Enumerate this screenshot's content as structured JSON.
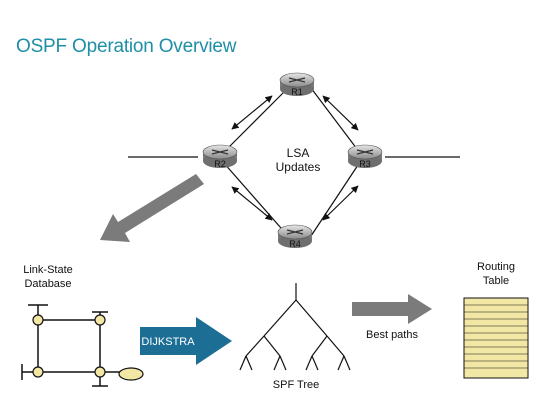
{
  "title": "OSPF Operation Overview",
  "routers": [
    "R1",
    "R2",
    "R3",
    "R4"
  ],
  "center_label_1": "LSA",
  "center_label_2": "Updates",
  "lsdb_label_1": "Link-State",
  "lsdb_label_2": "Database",
  "dijkstra": "DIJKSTRA",
  "spf_tree": "SPF Tree",
  "best_paths": "Best paths",
  "routing_table_1": "Routing",
  "routing_table_2": "Table",
  "colors": {
    "title": "#1f8fa6",
    "dijkstra": "#1d6e95",
    "table": "#f3e7a6",
    "node": "#f3e7a6"
  }
}
